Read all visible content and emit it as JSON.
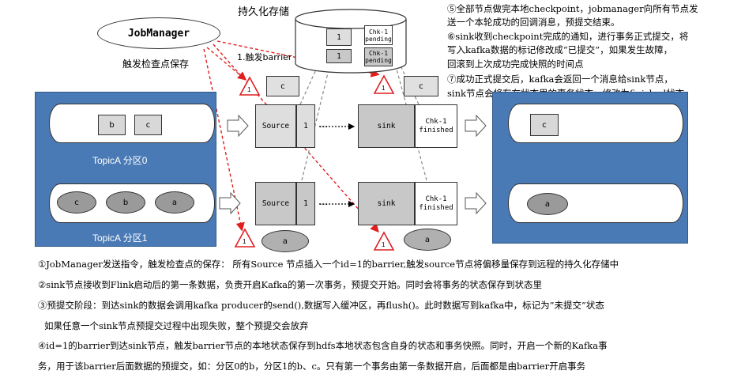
{
  "jobmanager": {
    "label": "JobManager",
    "caption": "触发检查点保存",
    "barrier_caption": "1.触发barrier"
  },
  "storage": {
    "title": "持久化存储",
    "rows": [
      {
        "id": "1",
        "status": "Chk-1\npending"
      },
      {
        "id": "1",
        "status": "Chk-1\npending"
      }
    ]
  },
  "notes_top": [
    "⑤全部节点做完本地checkpoint，jobmanager向所有节点发",
    "送一个本轮成功的回调消息，预提交结束。",
    "⑥sink收到checkpoint完成的通知，进行事务正式提交，将",
    "写入kafka数据的标记修改成“已提交”，如果发生故障，",
    "回滚到上次成功完成快照的时间点",
    "⑦成功正式提交后，kafka会返回一个消息给sink节点，",
    "sink节点会将存在状态里的事务状态，修改为finished状态"
  ],
  "topics": [
    {
      "label": "TopicA 分区0",
      "records": [
        "b",
        "c"
      ]
    },
    {
      "label": "TopicA 分区1",
      "records": [
        "c",
        "b",
        "a"
      ]
    }
  ],
  "pipeline": {
    "source_label": "Source",
    "barrier_id": "1",
    "sink_label": "sink",
    "sink_status": "Chk-1\nfinished",
    "ellipsis": "...",
    "triangle_number": "1",
    "in_flight_top": "c",
    "in_flight_bottom": "a",
    "out_top": "c",
    "out_bottom": "a"
  },
  "notes_bottom": [
    "①JobManager发送指令，触发检查点的保存： 所有Source 节点插入一个id=1的barrier,触发source节点将偏移量保存到远程的持久化存储中",
    "②sink节点接收到Flink启动后的第一条数据，负责开启Kafka的第一次事务，预提交开始。同时会将事务的状态保存到状态里",
    "③预提交阶段：到达sink的数据会调用kafka producer的send(),数据写入缓冲区，再flush()。此时数据写到kafka中，标记为”未提交”状态",
    "如果任意一个sink节点预提交过程中出现失败，整个预提交会放弃",
    "④id=1的barrier到达sink节点，触发barrier节点的本地状态保存到hdfs本地状态包含自身的状态和事务快照。同时，开启一个新的Kafka事",
    "务，用于该barrier后面数据的预提交，如：分区0的b，分区1的b、c。只有第一个事务由第一条数据开启，后面都是由barrier开启事务"
  ]
}
